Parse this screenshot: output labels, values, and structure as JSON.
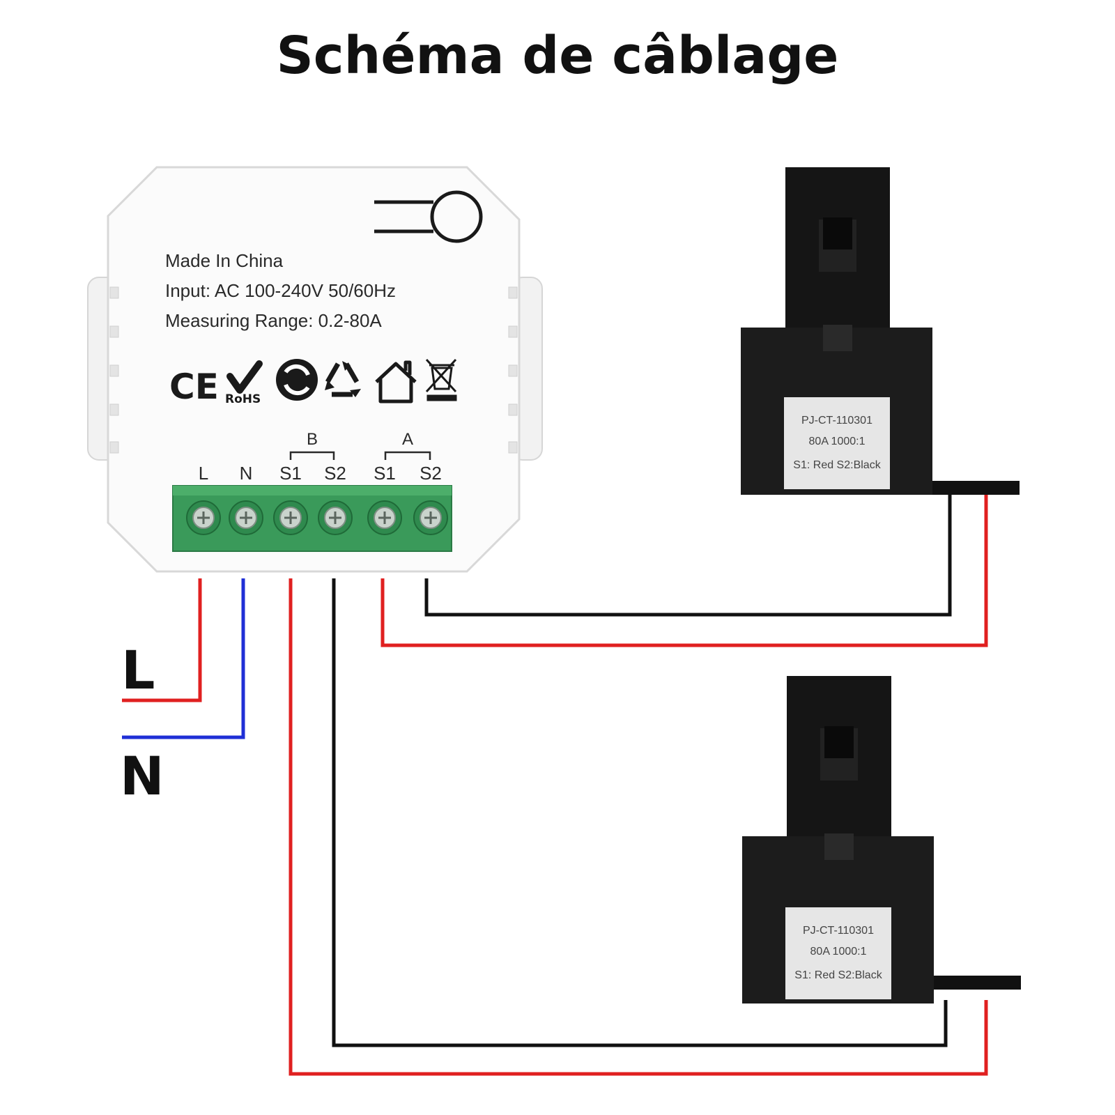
{
  "title": "Schéma de câblage",
  "device": {
    "lines": [
      "Made In China",
      "Input: AC 100-240V 50/60Hz",
      "Measuring Range: 0.2-80A"
    ],
    "certifications": [
      "CE",
      "RoHS"
    ],
    "icons": [
      "ce-mark-icon",
      "rohs-check-icon",
      "green-dot-icon",
      "recycle-icon",
      "house-icon",
      "weee-bin-icon"
    ],
    "groups": [
      "B",
      "A"
    ],
    "terminals": [
      "L",
      "N",
      "S1",
      "S2",
      "S1",
      "S2"
    ],
    "terminal_block_color": "#3a9a5a"
  },
  "wire_labels": {
    "live": "L",
    "neutral": "N"
  },
  "wire_colors": {
    "live": "#e02020",
    "neutral": "#1f2fd6",
    "s1": "#e02020",
    "s2": "#111111"
  },
  "current_transformers": [
    {
      "lines": [
        "PJ-CT-110301",
        "80A 1000:1",
        "S1: Red  S2:Black"
      ]
    },
    {
      "lines": [
        "PJ-CT-110301",
        "80A 1000:1",
        "S1: Red  S2:Black"
      ]
    }
  ]
}
